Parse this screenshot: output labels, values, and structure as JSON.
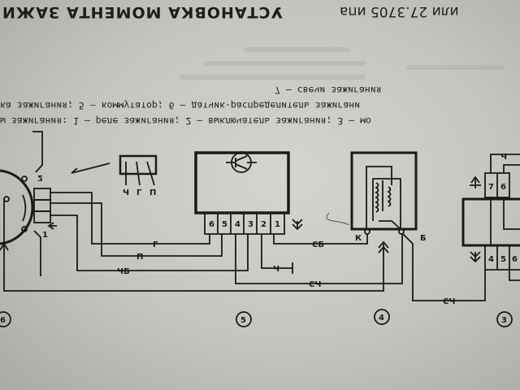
{
  "header": {
    "title": "УСТАНОВКА МОМЕНТА ЗАЖИ",
    "model_text": "или 27.3705 ипа"
  },
  "caption": {
    "line1": "ы зажигания: 1 — реле зажигания; 2 — выключатель зажигания; 3 — мо",
    "line2": "ка зажигания; 5 — коммутатор; 6 — датчик-распределитель зажигани",
    "line3": "7 — свечи зажигания"
  },
  "diagram": {
    "connector_labels": [
      "Ч",
      "Г",
      "П"
    ],
    "commutator_pins": [
      "6",
      "5",
      "4",
      "3",
      "2",
      "1"
    ],
    "coil_terminals": {
      "k": "К",
      "b": "Б"
    },
    "module_pins_top": [
      "7",
      "6"
    ],
    "module_pins_bottom": [
      "4",
      "5",
      "6"
    ],
    "distributor_terminals": [
      "1",
      "2"
    ],
    "wire_labels": {
      "w6": "Г",
      "w5": "П",
      "w3": "ЧБ",
      "w2": "Ч",
      "w1": "СБ",
      "w4": "СЧ",
      "wb": "СЧ",
      "wm": "Ч"
    },
    "figure_numbers": [
      "6",
      "5",
      "4",
      "3"
    ]
  }
}
